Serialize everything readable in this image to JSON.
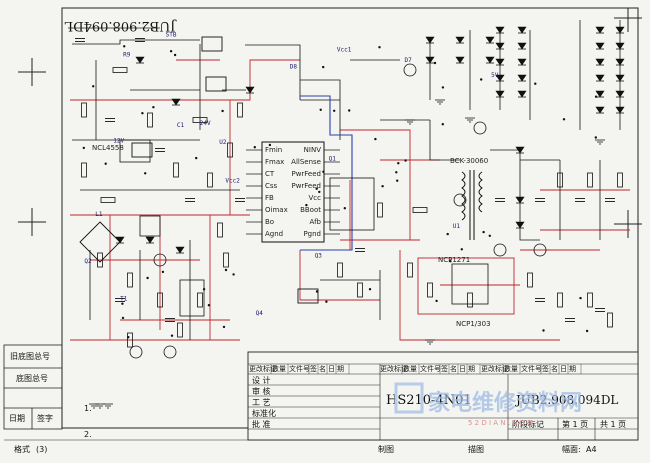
{
  "drawing_number_mirrored": "JUB2.908.094DL",
  "left_sidebar": {
    "old_base_number": "旧底图总号",
    "base_number": "底图总号",
    "date": "日期",
    "signature": "签字",
    "format_label": "格式",
    "format_value": "(3)"
  },
  "footer": {
    "drafted": "制图",
    "traced": "描图",
    "sheet_size_label": "幅面:",
    "sheet_size_value": "A4",
    "marks": [
      "1.",
      "2."
    ]
  },
  "title_block": {
    "change_header": [
      "更改标记",
      "数量",
      "文件号",
      "签",
      "名",
      "日",
      "期"
    ],
    "roles": [
      "设  计",
      "审  核",
      "工  艺",
      "标准化",
      "批  准"
    ],
    "model": "HS210-4N01",
    "drawing_no": "JUB2.908.094DL",
    "stage_mark": "阶段标记",
    "sheet_no": "第 1 页",
    "sheet_total": "共 1 页"
  },
  "watermark": {
    "text": "家电维修资料网",
    "url": "5 2 D I A N . C O M"
  },
  "schematic": {
    "transformer_label": "BCK-30060",
    "ic_main_label": "NCP1271",
    "ic_sub_label": "NCP1/303",
    "ic_left_label": "NCL4558",
    "chip_pins_left": [
      "Fmin",
      "Fmax",
      "CT",
      "Css",
      "FB",
      "Oimax",
      "Bo",
      "Agnd"
    ],
    "chip_pins_right": [
      "NINV",
      "AllSense",
      "PwrFeed",
      "PwrFeed",
      "Vcc",
      "BBoot",
      "Afb",
      "Pgnd"
    ],
    "misc_labels": [
      "Vcc1",
      "Vcc2",
      "12V",
      "24V",
      "5V",
      "STB",
      "D7",
      "D8",
      "Q1",
      "Q2",
      "Q3",
      "Q4",
      "U1",
      "U2",
      "T1",
      "R9",
      "C1",
      "L1"
    ]
  }
}
